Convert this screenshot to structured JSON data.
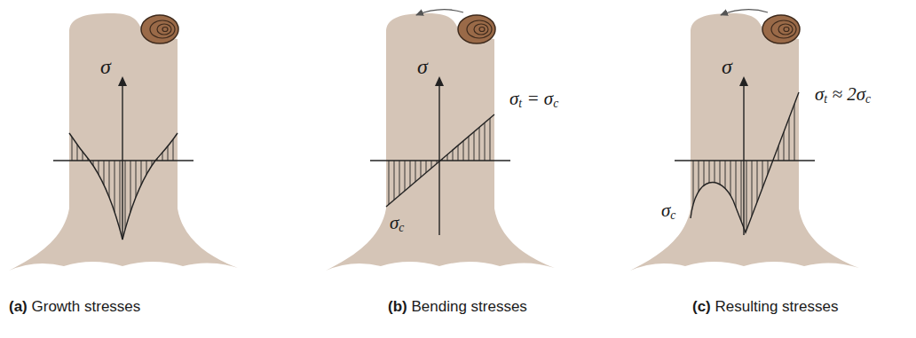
{
  "diagram": {
    "labels": [
      "σ",
      "σ",
      "σt = σc",
      "σc",
      "σ",
      "σt ≈ 2σc",
      "σc",
      "(a) Growth stresses",
      "(b) Bending stresses",
      "(c) Resulting stresses"
    ]
  }
}
